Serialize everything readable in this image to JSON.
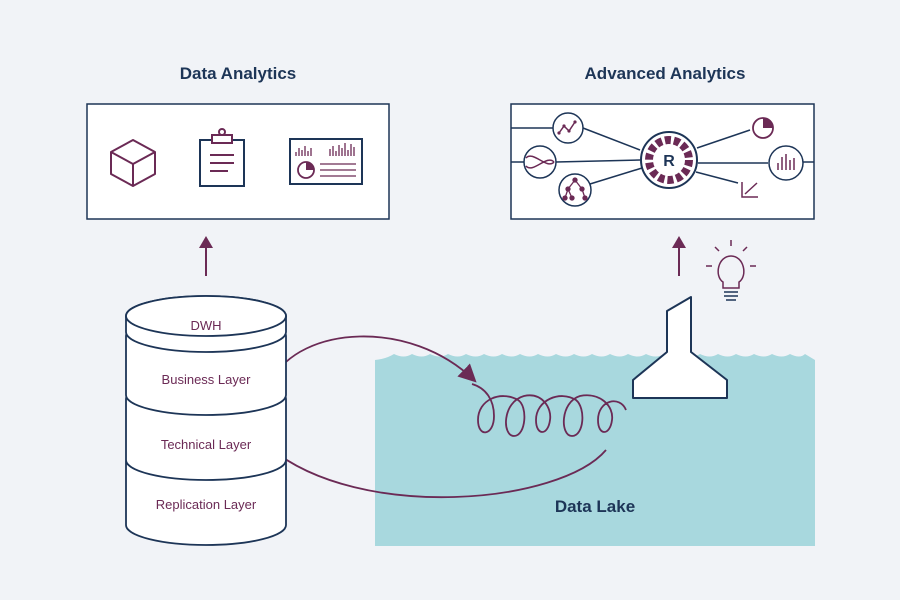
{
  "titles": {
    "data_analytics": "Data Analytics",
    "advanced_analytics": "Advanced Analytics"
  },
  "dwh": {
    "top": "DWH",
    "layers": [
      "Business Layer",
      "Technical Layer",
      "Replication Layer"
    ]
  },
  "lake": {
    "label": "Data Lake"
  },
  "r_hub": {
    "letter": "R"
  },
  "colors": {
    "navy": "#1d3557",
    "plum": "#6b2a55",
    "water": "#a8d8de",
    "background": "#f1f3f7",
    "white": "#ffffff"
  },
  "icons": {
    "data_analytics": [
      "cube-icon",
      "clipboard-icon",
      "dashboard-icon"
    ],
    "advanced_analytics": [
      "line-trend-icon",
      "wave-icon",
      "tree-icon",
      "r-hub-icon",
      "pie-icon",
      "bar-chart-icon",
      "scatter-trend-icon"
    ],
    "idea": "lightbulb-icon"
  }
}
